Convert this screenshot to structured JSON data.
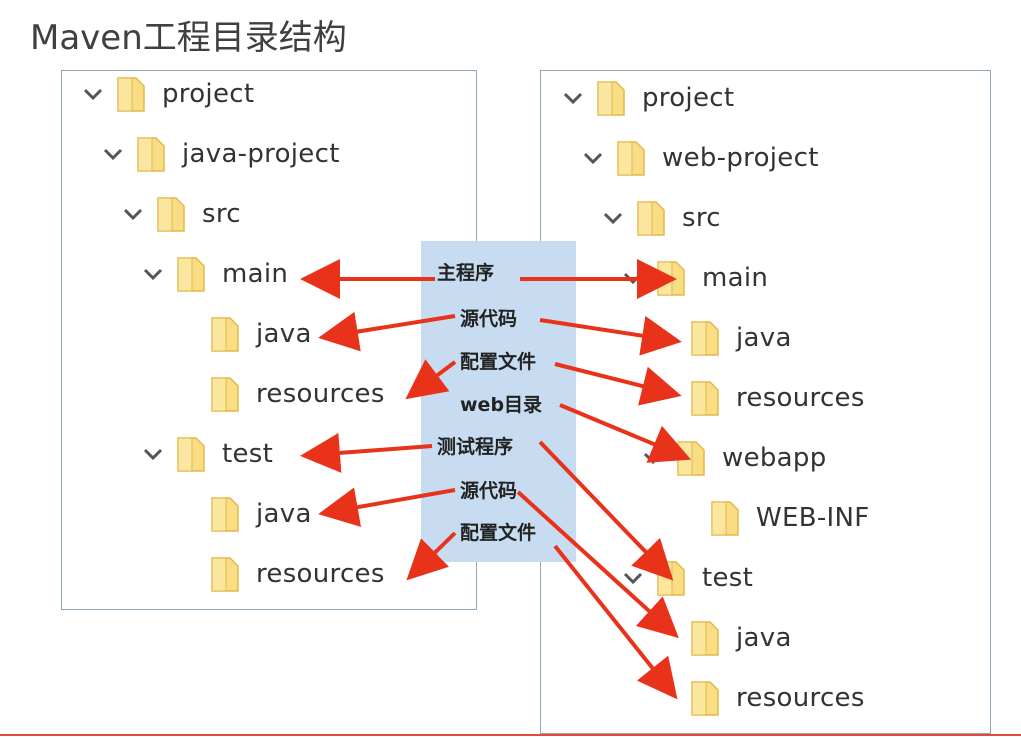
{
  "title": "Maven工程目录结构",
  "left_tree": [
    {
      "label": "project",
      "expanded": true
    },
    {
      "label": "java-project",
      "expanded": true
    },
    {
      "label": "src",
      "expanded": true
    },
    {
      "label": "main",
      "expanded": true
    },
    {
      "label": "java",
      "expanded": false
    },
    {
      "label": "resources",
      "expanded": false
    },
    {
      "label": "test",
      "expanded": true
    },
    {
      "label": "java",
      "expanded": false
    },
    {
      "label": "resources",
      "expanded": false
    }
  ],
  "right_tree": [
    {
      "label": "project",
      "expanded": true
    },
    {
      "label": "web-project",
      "expanded": true
    },
    {
      "label": "src",
      "expanded": true
    },
    {
      "label": "main",
      "expanded": true
    },
    {
      "label": "java",
      "expanded": false
    },
    {
      "label": "resources",
      "expanded": false
    },
    {
      "label": "webapp",
      "expanded": true
    },
    {
      "label": "WEB-INF",
      "expanded": false
    },
    {
      "label": "test",
      "expanded": true
    },
    {
      "label": "java",
      "expanded": false
    },
    {
      "label": "resources",
      "expanded": false
    }
  ],
  "annotations": [
    "主程序",
    "源代码",
    "配置文件",
    "web目录",
    "测试程序",
    "源代码",
    "配置文件"
  ],
  "colors": {
    "arrow": "#e8321a",
    "folder_fill": "#f9dd85",
    "folder_edge": "#e2b84a",
    "band": "#c7dcf0"
  }
}
